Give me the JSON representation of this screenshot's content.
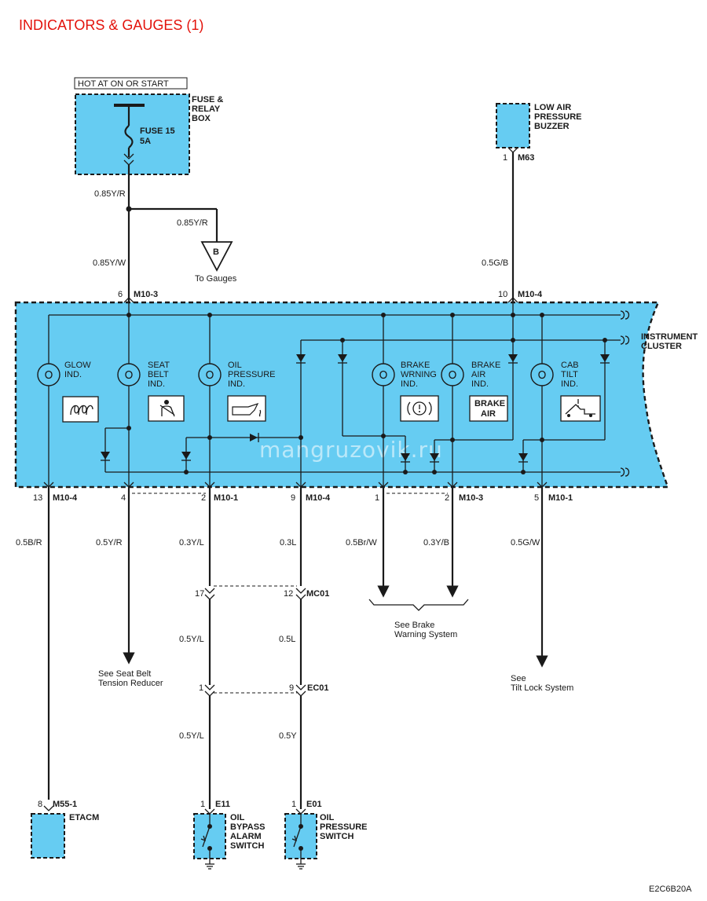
{
  "title": "INDICATORS & GAUGES (1)",
  "code": "E2C6B20A",
  "watermark": "mangruzovik.ru",
  "colors": {
    "component_fill": "#66ccf2",
    "title": "#e3120b",
    "wire": "#1a1a1a"
  },
  "power": {
    "label": "HOT AT ON OR START",
    "box_label": [
      "FUSE &",
      "RELAY",
      "BOX"
    ],
    "fuse_name": "FUSE 15",
    "fuse_rating": "5A",
    "wire_top": "0.85Y/R",
    "wire_branch": "0.85Y/R",
    "wire_down": "0.85Y/W",
    "gauge_ref_letter": "B",
    "gauge_ref_text": "To Gauges"
  },
  "buzzer": {
    "label": [
      "LOW AIR",
      "PRESSURE",
      "BUZZER"
    ],
    "pin": "1",
    "connector": "M63",
    "wire": "0.5G/B"
  },
  "cluster": {
    "label": [
      "INSTRUMENT",
      "CLUSTER"
    ],
    "top_connectors": [
      {
        "pin": "6",
        "name": "M10-3"
      },
      {
        "pin": "10",
        "name": "M10-4"
      }
    ],
    "indicators": [
      {
        "lines": [
          "GLOW",
          "IND."
        ],
        "icon": "glow-plug-icon"
      },
      {
        "lines": [
          "SEAT",
          "BELT",
          "IND."
        ],
        "icon": "seat-belt-icon"
      },
      {
        "lines": [
          "OIL",
          "PRESSURE",
          "IND."
        ],
        "icon": "oil-can-icon"
      },
      {
        "lines": [
          "BRAKE",
          "WRNING",
          "IND."
        ],
        "icon": "brake-warning-icon"
      },
      {
        "lines": [
          "BRAKE",
          "AIR",
          "IND."
        ],
        "icon": "brake-air-icon",
        "panel_text": [
          "BRAKE",
          "AIR"
        ]
      },
      {
        "lines": [
          "CAB",
          "TILT",
          "IND."
        ],
        "icon": "cab-tilt-icon"
      }
    ],
    "bottom_connectors": [
      {
        "pin": "13",
        "name": "M10-4"
      },
      {
        "pin": "4",
        "name": ""
      },
      {
        "pin": "2",
        "name": "M10-1"
      },
      {
        "pin": "9",
        "name": "M10-4"
      },
      {
        "pin": "1",
        "name": ""
      },
      {
        "pin": "2",
        "name": "M10-3"
      },
      {
        "pin": "5",
        "name": "M10-1"
      }
    ]
  },
  "wires_below": {
    "etacm": "0.5B/R",
    "seat_belt": "0.5Y/R",
    "oil_bypass_upper": "0.3Y/L",
    "oil_pressure_upper": "0.3L",
    "brake_wrn": "0.5Br/W",
    "brake_air": "0.3Y/B",
    "cab_tilt": "0.5G/W",
    "oil_bypass_mid": "0.5Y/L",
    "oil_pressure_mid": "0.5L",
    "oil_bypass_low": "0.5Y/L",
    "oil_pressure_low": "0.5Y"
  },
  "inline_connectors": [
    {
      "left_pin": "17",
      "right_pin": "12",
      "name": "MC01"
    },
    {
      "left_pin": "1",
      "right_pin": "9",
      "name": "EC01"
    }
  ],
  "references": {
    "seat_belt": [
      "See Seat Belt",
      "Tension Reducer"
    ],
    "brake": [
      "See Brake",
      "Warning System"
    ],
    "tilt": [
      "See",
      "Tilt Lock System"
    ]
  },
  "components_bottom": [
    {
      "pin": "8",
      "connector": "M55-1",
      "label": [
        "ETACM"
      ]
    },
    {
      "pin": "1",
      "connector": "E11",
      "label": [
        "OIL",
        "BYPASS",
        "ALARM",
        "SWITCH"
      ]
    },
    {
      "pin": "1",
      "connector": "E01",
      "label": [
        "OIL",
        "PRESSURE",
        "SWITCH"
      ]
    }
  ]
}
